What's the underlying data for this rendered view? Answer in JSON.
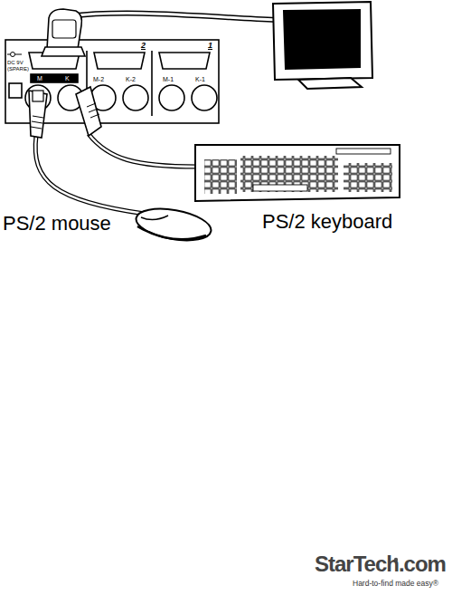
{
  "diagram": {
    "labels": [
      "DC 9V",
      "(SPARE)",
      "M",
      "K",
      "2",
      "M-2",
      "K-2",
      "1",
      "M-1",
      "K-1",
      "PS/2 mouse",
      "PS/2 keyboard",
      "StarTech.com",
      "Hard-to-find made easy®"
    ]
  }
}
